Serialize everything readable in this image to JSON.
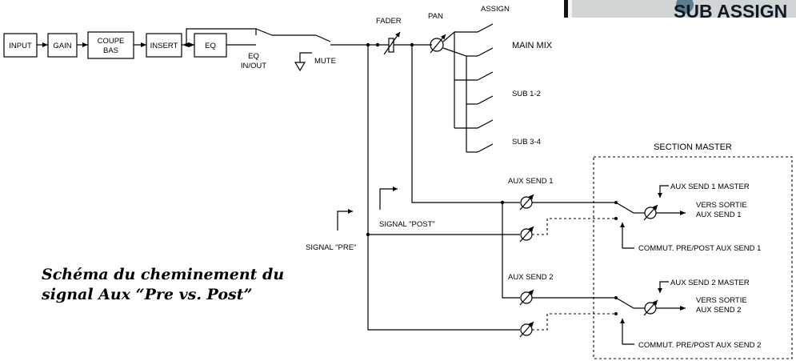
{
  "blocks": {
    "input": "INPUT",
    "gain": "GAIN",
    "lowcut_line1": "COUPE",
    "lowcut_line2": "BAS",
    "insert": "INSERT",
    "eq": "EQ"
  },
  "labels": {
    "eq_inout_line1": "EQ",
    "eq_inout_line2": "IN/OUT",
    "mute": "MUTE",
    "fader": "FADER",
    "pan": "PAN",
    "assign": "ASSIGN",
    "main_mix": "MAIN MIX",
    "sub12": "SUB 1-2",
    "sub34": "SUB 3-4",
    "aux_send_1": "AUX SEND 1",
    "aux_send_2": "AUX SEND 2",
    "signal_post": "SIGNAL \"POST\"",
    "signal_pre": "SIGNAL \"PRE\""
  },
  "master": {
    "title": "SECTION MASTER",
    "aux1_master": "AUX SEND 1 MASTER",
    "aux1_out_line1": "VERS SORTIE",
    "aux1_out_line2": "AUX SEND 1",
    "aux1_switch": "COMMUT. PRE/POST AUX SEND 1",
    "aux2_master": "AUX SEND 2 MASTER",
    "aux2_out_line1": "VERS SORTIE",
    "aux2_out_line2": "AUX SEND 2",
    "aux2_switch": "COMMUT. PRE/POST AUX SEND 2"
  },
  "caption": {
    "line1": "Schéma du cheminement du",
    "line2": "signal Aux “Pre vs. Post”"
  },
  "corner_photo": {
    "text": "SUB ASSIGN"
  }
}
